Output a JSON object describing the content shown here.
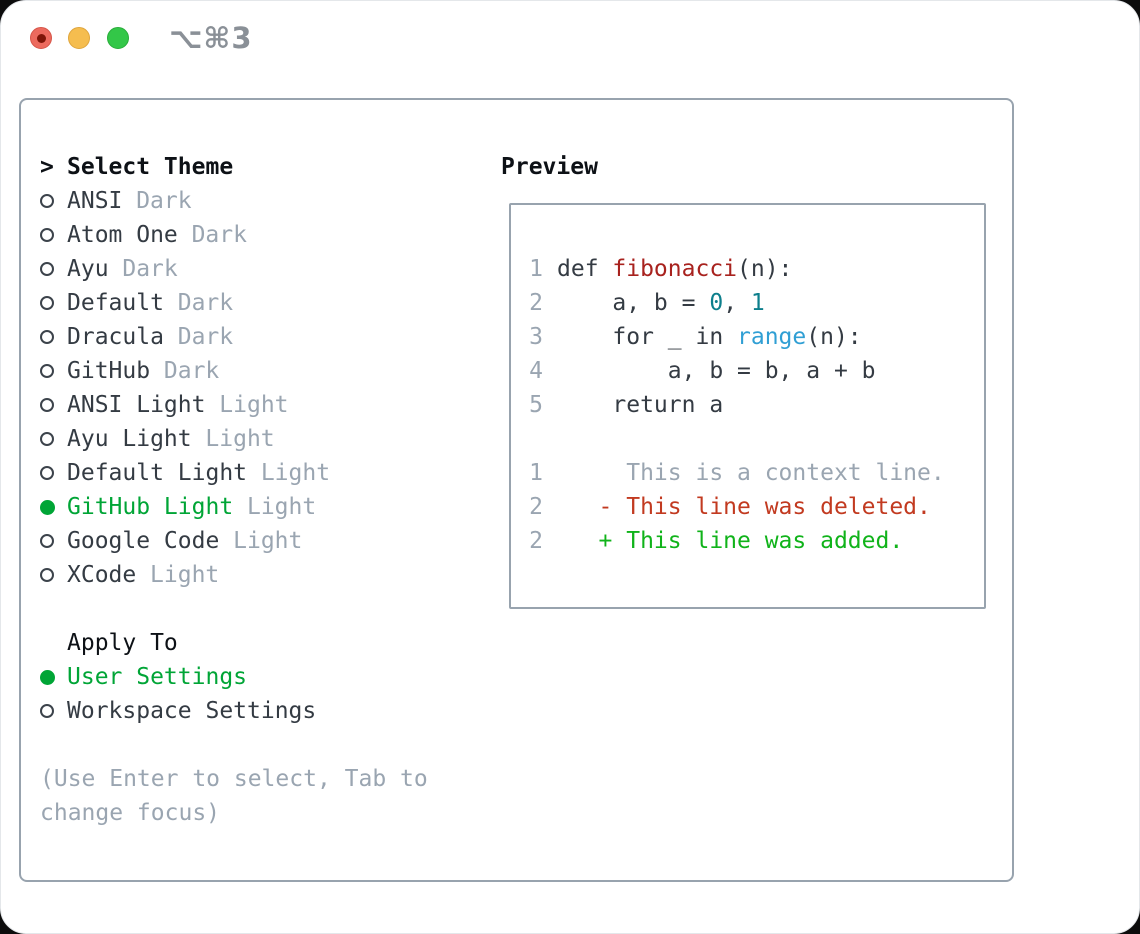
{
  "window": {
    "title": "⌥⌘3"
  },
  "theme_picker": {
    "header_marker": ">",
    "header": "Select Theme",
    "items": [
      {
        "name": "ANSI",
        "variant": "Dark",
        "selected": false
      },
      {
        "name": "Atom One",
        "variant": "Dark",
        "selected": false
      },
      {
        "name": "Ayu",
        "variant": "Dark",
        "selected": false
      },
      {
        "name": "Default",
        "variant": "Dark",
        "selected": false
      },
      {
        "name": "Dracula",
        "variant": "Dark",
        "selected": false
      },
      {
        "name": "GitHub",
        "variant": "Dark",
        "selected": false
      },
      {
        "name": "ANSI Light",
        "variant": "Light",
        "selected": false
      },
      {
        "name": "Ayu Light",
        "variant": "Light",
        "selected": false
      },
      {
        "name": "Default Light",
        "variant": "Light",
        "selected": false
      },
      {
        "name": "GitHub Light",
        "variant": "Light",
        "selected": true
      },
      {
        "name": "Google Code",
        "variant": "Light",
        "selected": false
      },
      {
        "name": "XCode",
        "variant": "Light",
        "selected": false
      }
    ]
  },
  "apply_to": {
    "header": "Apply To",
    "options": [
      {
        "label": "User Settings",
        "selected": true
      },
      {
        "label": "Workspace Settings",
        "selected": false
      }
    ]
  },
  "help_lines": [
    "(Use Enter to select, Tab to",
    "change focus)"
  ],
  "preview": {
    "header": "Preview",
    "lines": [
      {
        "num": "1",
        "tokens": [
          [
            "def ",
            "plain"
          ],
          [
            "fibonacci",
            "fn"
          ],
          [
            "(n):",
            "plain"
          ]
        ]
      },
      {
        "num": "2",
        "tokens": [
          [
            "    a, b = ",
            "plain"
          ],
          [
            "0",
            "lit"
          ],
          [
            ", ",
            "plain"
          ],
          [
            "1",
            "lit"
          ]
        ]
      },
      {
        "num": "3",
        "tokens": [
          [
            "    for _ in ",
            "plain"
          ],
          [
            "range",
            "call"
          ],
          [
            "(n):",
            "plain"
          ]
        ]
      },
      {
        "num": "4",
        "tokens": [
          [
            "        a, b = b, a + b",
            "plain"
          ]
        ]
      },
      {
        "num": "5",
        "tokens": [
          [
            "    return a",
            "plain"
          ]
        ]
      },
      {
        "num": "",
        "tokens": []
      },
      {
        "num": "1",
        "tokens": [
          [
            "     This is a context line.",
            "ctx"
          ]
        ]
      },
      {
        "num": "2",
        "tokens": [
          [
            "   - This line was deleted.",
            "del"
          ]
        ]
      },
      {
        "num": "2",
        "tokens": [
          [
            "   + This line was added.",
            "add"
          ]
        ]
      }
    ]
  },
  "colors": {
    "selected_green": "#00a536",
    "added_green": "#10b31a",
    "deleted_red": "#c23a20",
    "function_red": "#a8221e",
    "literal_teal": "#0d7f8c",
    "call_blue": "#309fd4",
    "muted_gray": "#9aa5b1",
    "text_dark": "#343b43",
    "header_black": "#0d1116",
    "border_gray": "#98a3ae"
  }
}
